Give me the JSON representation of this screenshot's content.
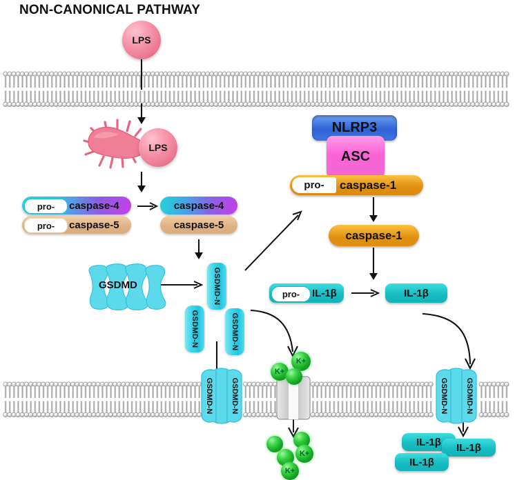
{
  "title": "NON-CANONICAL PATHWAY",
  "colors": {
    "nlrp3": "#2f63d6",
    "asc": "#fb63d8",
    "caspase1": "#e08f10",
    "caspase4": "#c441e8",
    "caspase5": "#ddb184",
    "il1b": "#16bdc2",
    "gsdmd": "#3ed4ea",
    "lps": "#ee7d95",
    "potassium": "#17a825",
    "membrane": "#b5b5b5",
    "arrow": "#111111"
  },
  "molecules": {
    "lps_top": "LPS",
    "lps_bacterium": "LPS",
    "pro_prefix": "pro-",
    "caspase4": "caspase-4",
    "caspase5": "caspase-5",
    "caspase1": "caspase-1",
    "nlrp3": "NLRP3",
    "asc": "ASC",
    "il1b": "IL-1β",
    "gsdmd": "GSDMD",
    "gsdmd_n": "GSDMD-N",
    "potassium": "K+"
  },
  "inactive_complexes": [
    {
      "prefix": "pro-",
      "name": "caspase-4"
    },
    {
      "prefix": "pro-",
      "name": "caspase-5"
    }
  ],
  "active_complexes": [
    {
      "name": "caspase-4"
    },
    {
      "name": "caspase-5"
    }
  ],
  "inflammasome": {
    "sensor": "NLRP3",
    "adaptor": "ASC",
    "effector_prefix": "pro-",
    "effector": "caspase-1",
    "cleaved_effector": "caspase-1"
  },
  "cytokine": {
    "pro_prefix": "pro-",
    "pro_name": "IL-1β",
    "mature": "IL-1β",
    "released": [
      "IL-1β",
      "IL-1β",
      "IL-1β"
    ]
  },
  "gasdermin": {
    "full": "GSDMD",
    "fragment": "GSDMD-N",
    "free_fragments": [
      "GSDMD-N",
      "GSDMD-N",
      "GSDMD-N"
    ],
    "pore_left_labels": [
      "GSDMD-N",
      "GSDMD-N"
    ],
    "pore_right_labels": [
      "GSDMD-N",
      "GSDMD-N"
    ]
  },
  "ions": {
    "label": "K+",
    "above_membrane": [
      "K+",
      "K+",
      ""
    ],
    "below_membrane": [
      "",
      "",
      "",
      "K+",
      "K+"
    ]
  },
  "membranes": [
    {
      "name": "upper-plasma-membrane"
    },
    {
      "name": "lower-plasma-membrane"
    }
  ]
}
